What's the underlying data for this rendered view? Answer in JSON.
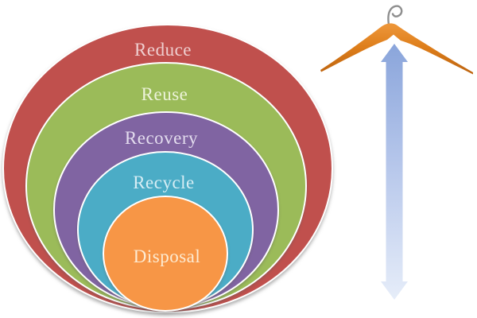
{
  "figure": {
    "name": "waste-hierarchy-nested-circles-with-clothes-hanger",
    "background_color": "#ffffff"
  },
  "diagram": {
    "type": "nested-venn",
    "levels": [
      {
        "label": "Reduce",
        "color": "#c0504d",
        "text_color": "#efcfd0"
      },
      {
        "label": "Reuse",
        "color": "#9bbb59",
        "text_color": "#edf3da"
      },
      {
        "label": "Recovery",
        "color": "#8064a2",
        "text_color": "#e3dcee"
      },
      {
        "label": "Recycle",
        "color": "#4bacc6",
        "text_color": "#d6edf4"
      },
      {
        "label": "Disposal",
        "color": "#f79646",
        "text_color": "#fdebd2"
      }
    ],
    "ring_outline_color": "#ffffff"
  },
  "illustration": {
    "hanger": {
      "name": "wooden-clothes-hanger",
      "wood_color_light": "#f09a3e",
      "wood_color_mid": "#dd7d1a",
      "wood_color_dark": "#bb620e",
      "hook_color": "#8f8f8f"
    },
    "arrow": {
      "name": "vertical-double-headed-arrow",
      "color_top": "#8aa5db",
      "color_mid": "#b4c5ea",
      "color_bottom": "#e6edf9"
    }
  }
}
